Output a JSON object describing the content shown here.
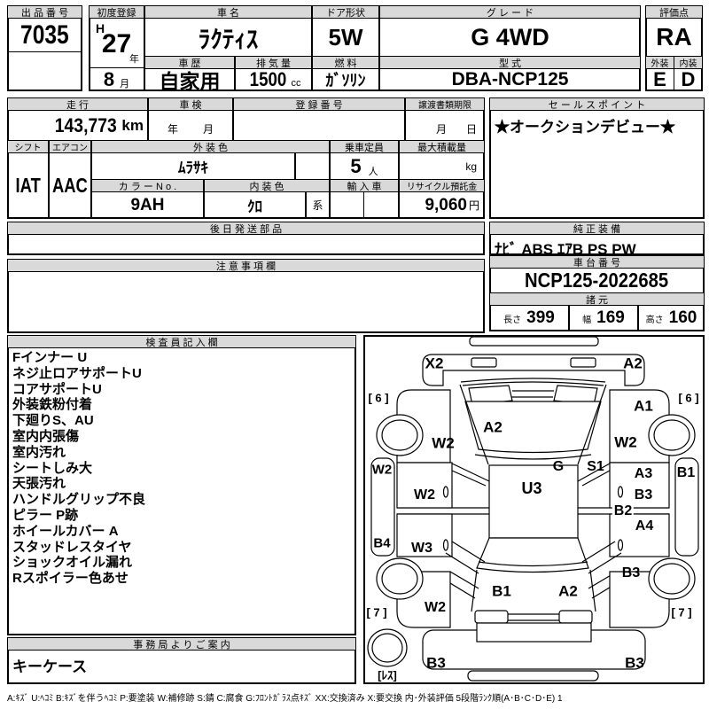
{
  "header": {
    "auction_no_label": "出 品 番 号",
    "auction_no": "7035",
    "first_reg_label": "初度登録",
    "first_reg_era": "H",
    "first_reg_year": "27",
    "year_unit": "年",
    "first_reg_month": "8",
    "month_unit": "月",
    "car_name_label": "車 名",
    "car_name": "ﾗｸﾃｨｽ",
    "history_label": "車 歴",
    "history": "自家用",
    "displacement_label": "排 気 量",
    "displacement": "1500",
    "displacement_unit": "cc",
    "door_label": "ドア形状",
    "door": "5W",
    "fuel_label": "燃 料",
    "fuel": "ｶﾞｿﾘﾝ",
    "grade_label": "グ レ ー ド",
    "grade": "G 4WD",
    "model_label": "型 式",
    "model": "DBA-NCP125",
    "score_label": "評価点",
    "score": "RA",
    "exterior_label": "外装",
    "exterior_score": "E",
    "interior_label": "内装",
    "interior_score": "D"
  },
  "info": {
    "mileage_label": "走 行",
    "mileage": "143,773",
    "mileage_unit": "km",
    "shaken_label": "車 検",
    "shaken_year": "年",
    "shaken_month": "月",
    "reg_no_label": "登 録 番 号",
    "transfer_label": "譲渡書類期限",
    "transfer_month": "月",
    "transfer_day": "日",
    "sales_point_label": "セ ー ル ス ポ イ ン ト",
    "sales_point": "★オークションデビュー★",
    "shift_label": "シフト",
    "shift": "IAT",
    "aircon_label": "エアコン",
    "aircon": "AAC",
    "ext_color_label": "外 装 色",
    "ext_color": "ﾑﾗｻｷ",
    "capacity_label": "乗車定員",
    "capacity": "5",
    "capacity_unit": "人",
    "payload_label": "最大積載量",
    "payload_unit": "kg",
    "color_no_label": "カ ラ ー N o .",
    "color_no": "9AH",
    "int_color_label": "内 装 色",
    "int_color": "ｸﾛ",
    "int_color_suffix": "系",
    "import_label": "輸 入 車",
    "recycle_label": "リサイクル預託金",
    "recycle": "9,060",
    "recycle_unit": "円"
  },
  "parts": {
    "label": "後 日 発 送 部 品"
  },
  "equipment": {
    "label": "純 正 装 備",
    "value": "ﾅﾋﾞ ABS ｴｱB PS PW"
  },
  "notes": {
    "label": "注 意 事 項 欄"
  },
  "chassis": {
    "label": "車 台 番 号",
    "value": "NCP125-2022685"
  },
  "specs": {
    "label": "諸 元",
    "length_label": "長さ",
    "length": "399",
    "width_label": "幅",
    "width": "169",
    "height_label": "高さ",
    "height": "160"
  },
  "inspector": {
    "label": "検 査 員 記 入 欄",
    "items": [
      "Fインナー U",
      "ネジ止ロアサポートU",
      "コアサポートU",
      "外装鉄粉付着",
      "下廻りS、AU",
      "室内内張傷",
      "室内汚れ",
      "シートしみ大",
      "天張汚れ",
      "ハンドルグリップ不良",
      "ピラー P跡",
      "ホイールカバー A",
      "スタッドレスタイヤ",
      "ショックオイル漏れ",
      "Rスポイラー色あせ"
    ]
  },
  "office": {
    "label": "事 務 局 よ り ご 案 内",
    "value": "キーケース"
  },
  "diagram": {
    "front_panel_left": "X2",
    "front_panel_right": "A2",
    "tread_front_left": "[ 6 ]",
    "tread_front_right": "[ 6 ]",
    "fender_front_right_upper": "A1",
    "hood": "A2",
    "fender_front_left": "W2",
    "fender_front_right": "W2",
    "sill_left_upper": "W2",
    "sill_right": "B1",
    "windshield": "G",
    "pillar_right": "S1",
    "roof": "U3",
    "door_front_left": "W2",
    "door_front_right_upper": "A3",
    "door_front_right_lower": "B3",
    "door_rear_right_upper": "B2",
    "door_rear_right": "A4",
    "sill_left_lower": "B4",
    "door_rear_left": "W3",
    "fender_rear_right": "B3",
    "fender_rear_left": "W2",
    "tread_rear_left": "[ 7 ]",
    "tread_rear_right": "[ 7 ]",
    "hatch_left": "B1",
    "hatch_right": "A2",
    "rear_panel_left": "B3",
    "rear_panel_right": "B3",
    "spare": "[ﾚｽ]"
  },
  "legend": "A:ｷｽﾞ U:ﾍｺﾐ B:ｷｽﾞを伴うﾍｺﾐ P:要塗装 W:補修跡 S:錆 C:腐食 G:ﾌﾛﾝﾄｶﾞﾗｽ点ｷｽﾞ XX:交換済み X:要交換  内･外装評価  5段階ﾗﾝｸ順(A･B･C･D･E) 1"
}
